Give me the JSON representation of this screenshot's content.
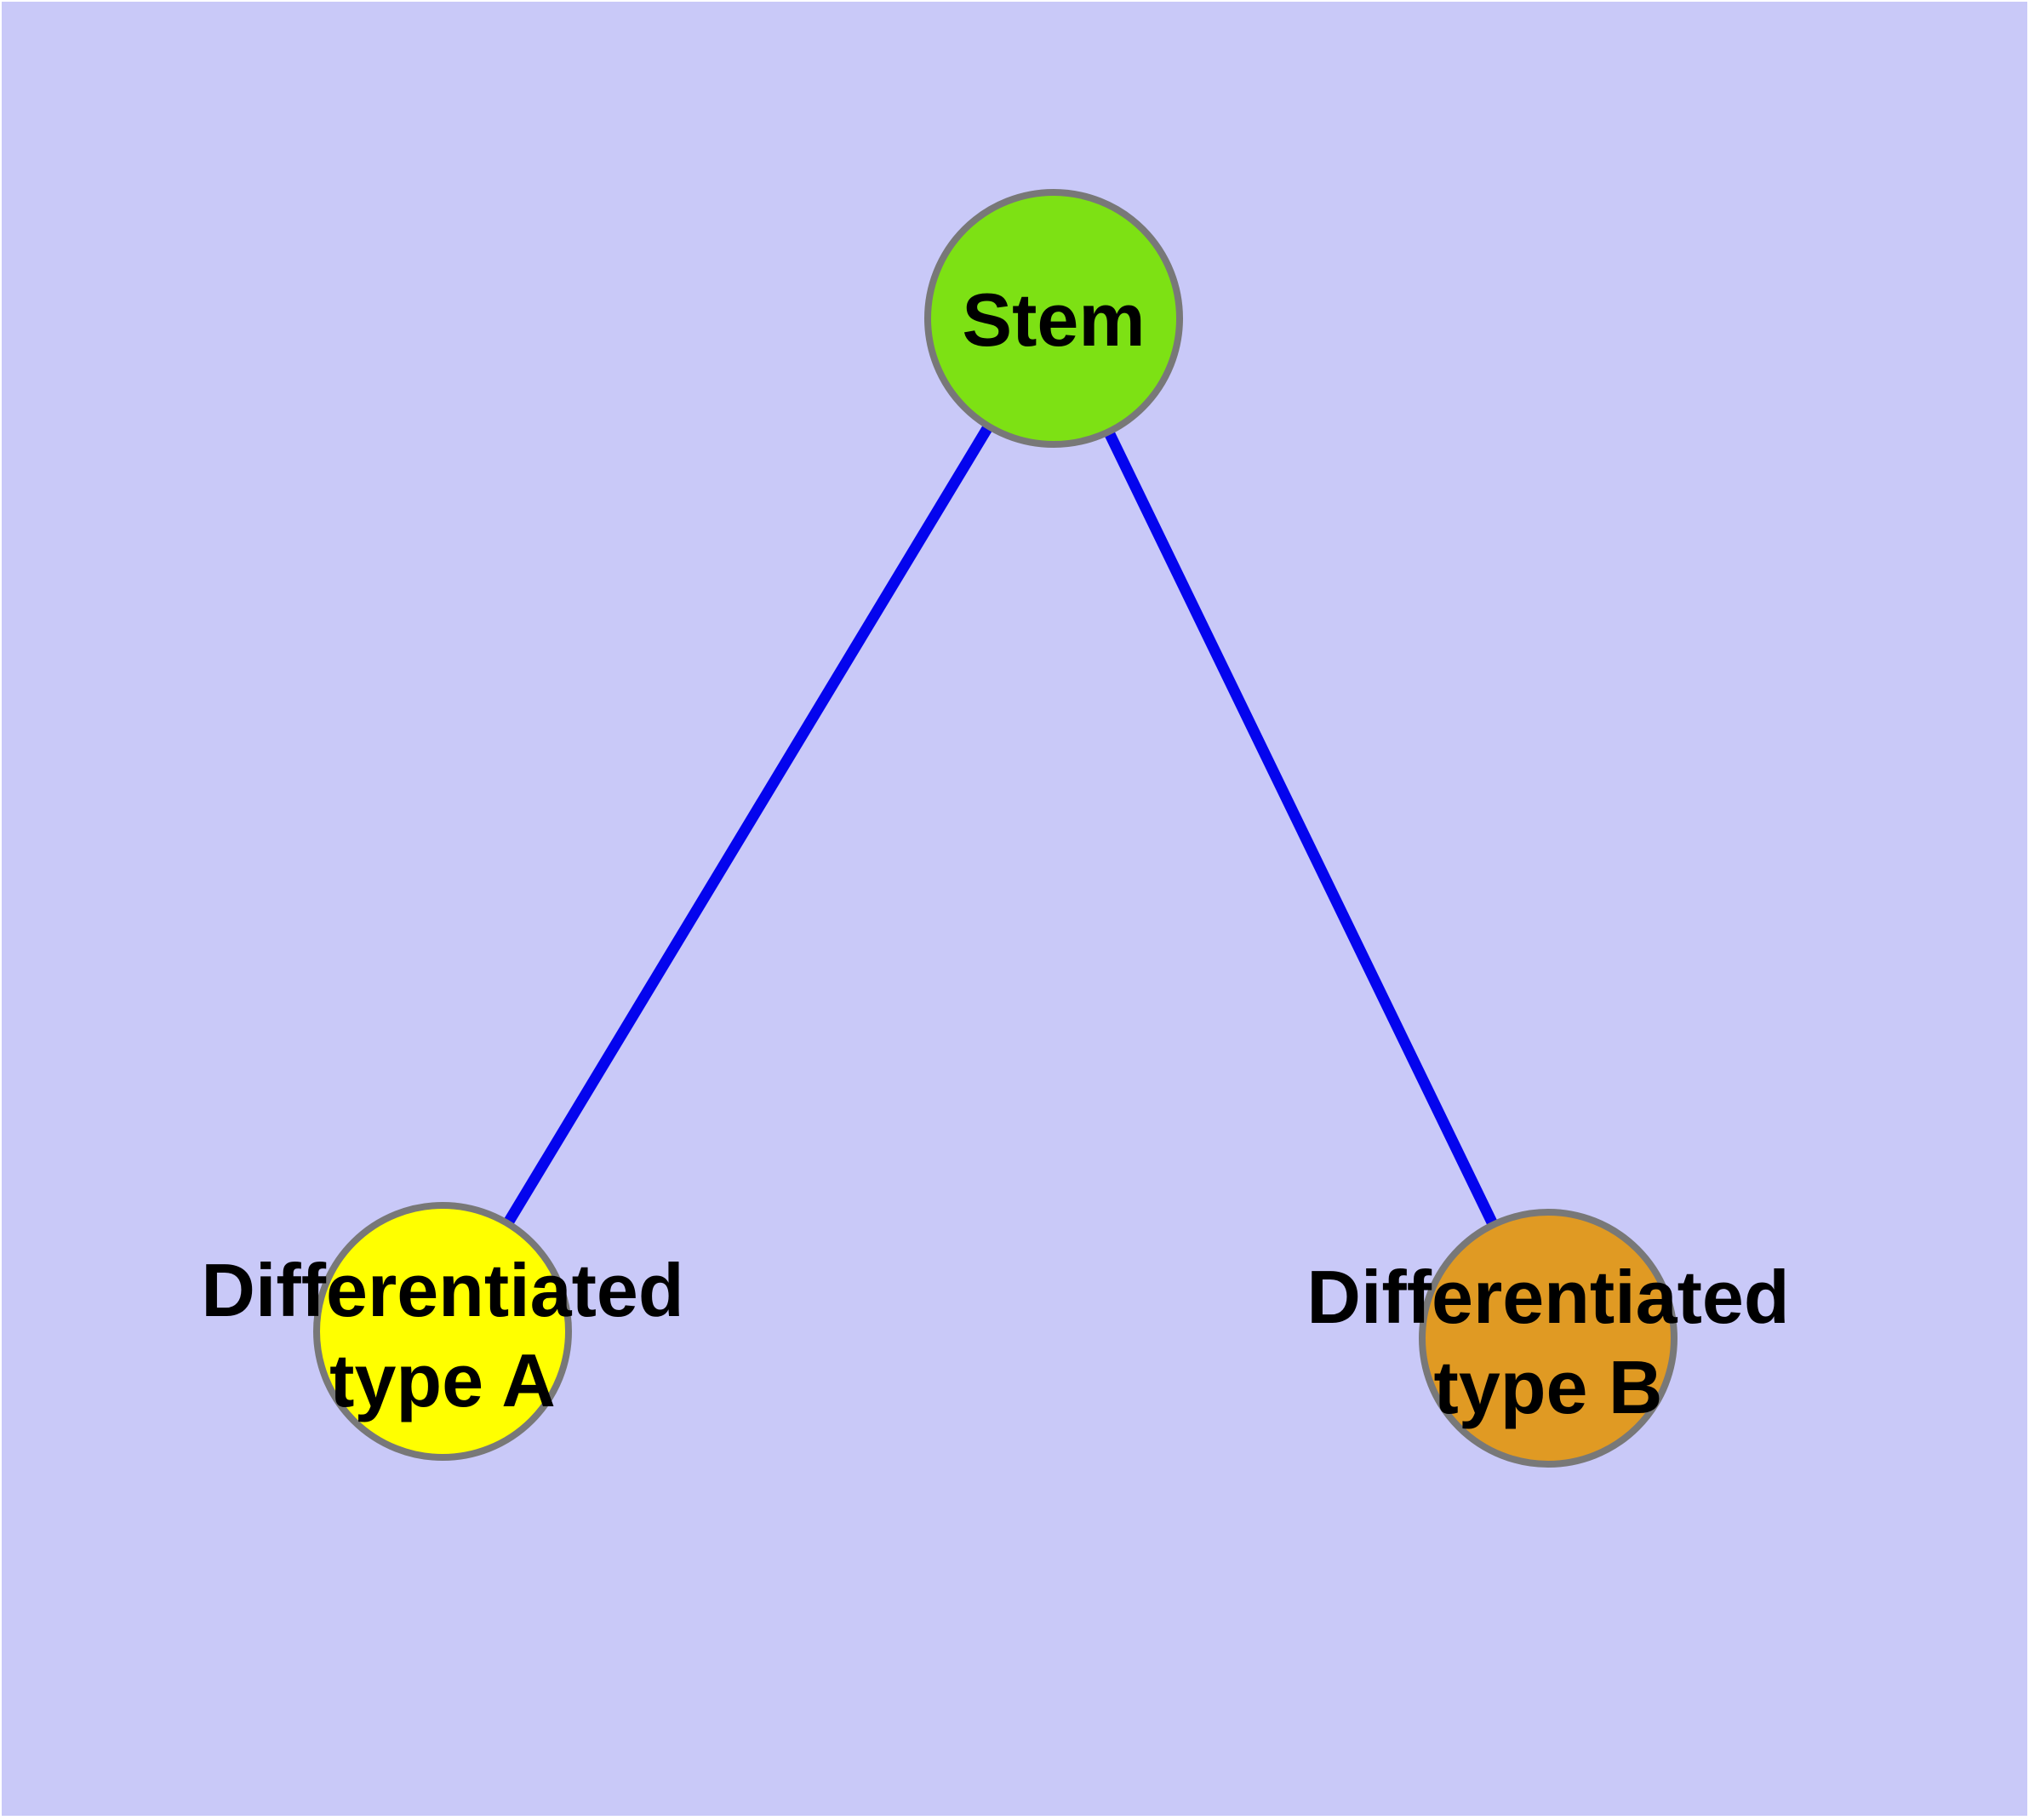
{
  "canvas": {
    "background_color": "#c9c9f8",
    "margin_color": "#ffffff",
    "node_border_color": "#787878",
    "label_color": "#000000"
  },
  "graph": {
    "type": "node-link-diagram",
    "edge_color": "#0404ee",
    "nodes": [
      {
        "id": "stem",
        "label": "Stem",
        "color": "#7de114",
        "shape": "circle"
      },
      {
        "id": "differentiated-type-a",
        "label": "Differentiated type A",
        "label_lines": [
          "Differentiated",
          "type A"
        ],
        "color": "#ffff00",
        "shape": "circle"
      },
      {
        "id": "differentiated-type-b",
        "label": "Differentiated type B",
        "label_lines": [
          "Differentiated",
          "type B"
        ],
        "color": "#e09a23",
        "shape": "circle"
      }
    ],
    "edges": [
      {
        "from": "stem",
        "to": "differentiated-type-a"
      },
      {
        "from": "stem",
        "to": "differentiated-type-b"
      }
    ]
  }
}
